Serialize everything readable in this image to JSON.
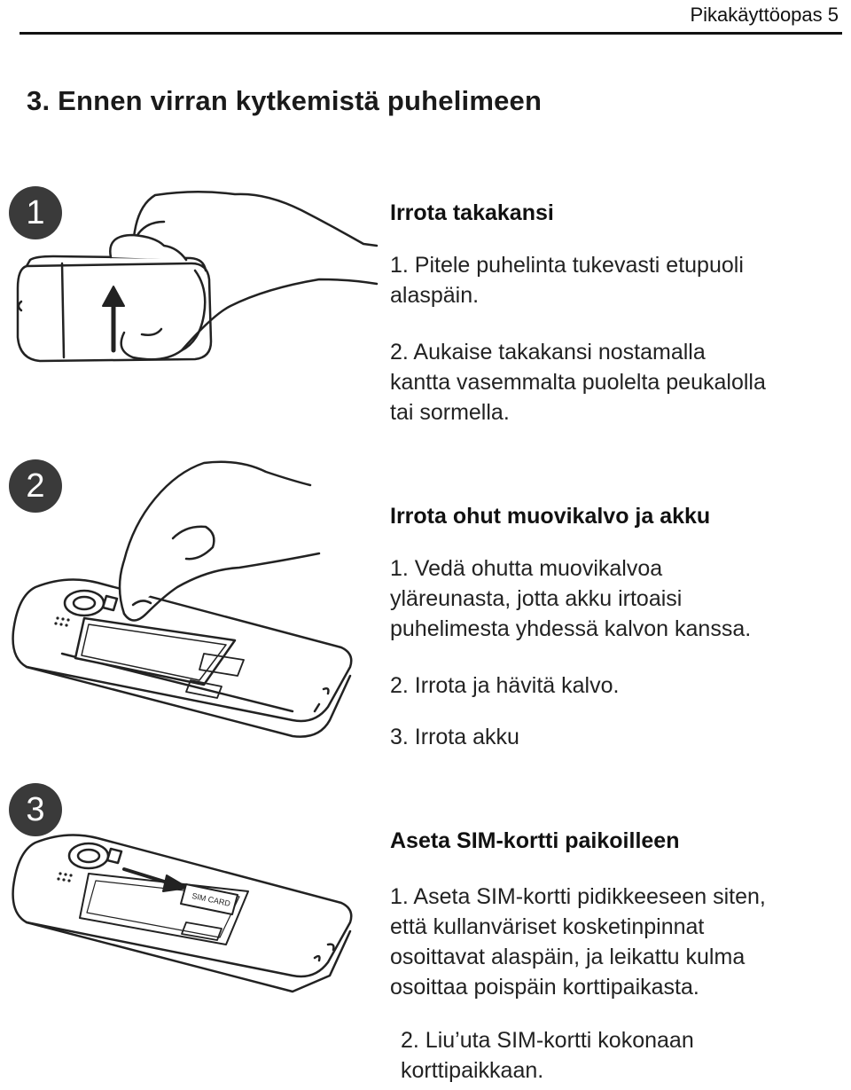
{
  "header": {
    "running_head": "Pikakäyttöopas 5"
  },
  "section": {
    "title": "3. Ennen virran kytkemistä puhelimeen"
  },
  "steps": [
    {
      "badge": "1",
      "heading": "Irrota takakansi",
      "paragraphs": [
        [
          "1. Pitele puhelinta tukevasti etupuoli",
          "alaspäin."
        ],
        [
          "2. Aukaise takakansi nostamalla",
          "kantta vasemmalta puolelta peukalolla",
          "tai sormella."
        ]
      ]
    },
    {
      "badge": "2",
      "heading": "Irrota ohut muovikalvo ja akku",
      "paragraphs": [
        [
          "1. Vedä ohutta muovikalvoa",
          "yläreunasta, jotta akku irtoaisi",
          "puhelimesta yhdessä kalvon kanssa."
        ],
        [
          "2. Irrota ja hävitä kalvo."
        ],
        [
          "3. Irrota akku"
        ]
      ]
    },
    {
      "badge": "3",
      "heading": "Aseta SIM-kortti paikoilleen",
      "sim_label": "SIM CARD",
      "paragraphs": [
        [
          "1. Aseta SIM-kortti pidikkeeseen siten,",
          "että kullanväriset kosketinpinnat",
          "osoittavat alaspäin, ja leikattu kulma",
          "osoittaa poispäin korttipaikasta."
        ],
        [
          "2. Liu’uta SIM-kortti kokonaan",
          "korttipaikkaan."
        ]
      ]
    }
  ]
}
